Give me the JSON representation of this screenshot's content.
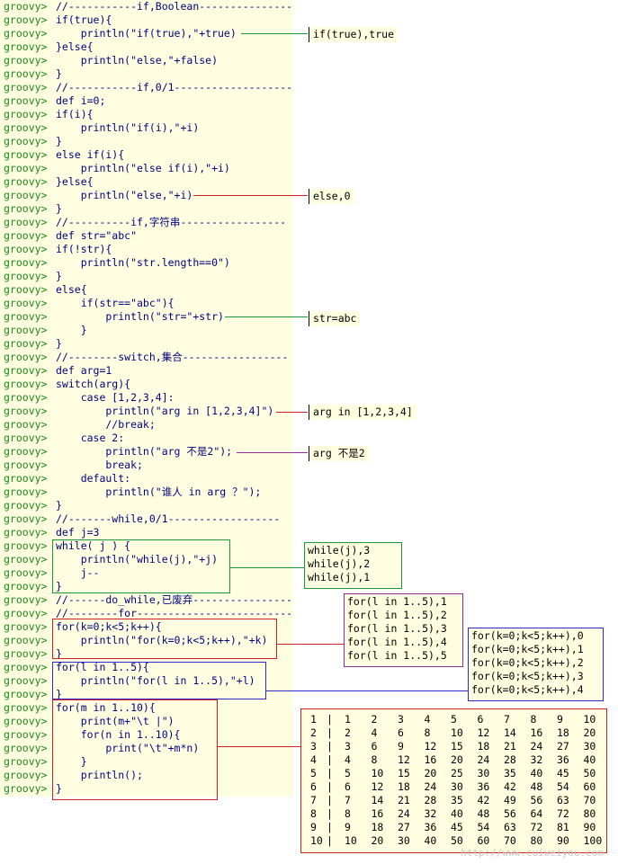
{
  "prompt": "groovy>",
  "lines": [
    "//-----------if,Boolean---------------",
    "if(true){",
    "    println(\"if(true),\"+true)",
    "}else{",
    "    println(\"else,\"+false)",
    "}",
    "//-----------if,0/1-------------------",
    "def i=0;",
    "if(i){",
    "    println(\"if(i),\"+i)",
    "}",
    "else if(i){",
    "    println(\"else if(i),\"+i)",
    "}else{",
    "    println(\"else,\"+i)",
    "}",
    "//----------if,字符串-----------------",
    "def str=\"abc\"",
    "if(!str){",
    "    println(\"str.length==0\")",
    "}",
    "else{",
    "    if(str==\"abc\"){",
    "        println(\"str=\"+str)",
    "    }",
    "}",
    "//--------switch,集合-----------------",
    "def arg=1",
    "switch(arg){",
    "    case [1,2,3,4]:",
    "        println(\"arg in [1,2,3,4]\")",
    "        //break;",
    "    case 2:",
    "        println(\"arg 不是2\");",
    "        break;",
    "    default:",
    "        println(\"谁人 in arg ？\");",
    "}",
    "//-------while,0/1------------------",
    "def j=3",
    "while( j ) {",
    "    println(\"while(j),\"+j)",
    "    j--",
    "}",
    "//------do_while,已废弃----------------",
    "//--------for-------------------------",
    "for(k=0;k<5;k++){",
    "    println(\"for(k=0;k<5;k++),\"+k)",
    "}",
    "for(l in 1..5){",
    "    println(\"for(l in 1..5),\"+l)",
    "}",
    "for(m in 1..10){",
    "    print(m+\"\\t |\")",
    "    for(n in 1..10){",
    "        print(\"\\t\"+m*n)",
    "    }",
    "    println();",
    "}"
  ],
  "outputs": {
    "if_true": "if(true),true",
    "else_zero": "else,0",
    "str_abc": "str=abc",
    "arg_in": "arg in [1,2,3,4]",
    "arg_not2": "arg 不是2",
    "while_lines": [
      "while(j),3",
      "while(j),2",
      "while(j),1"
    ],
    "for_l_lines": [
      "for(l in 1..5),1",
      "for(l in 1..5),2",
      "for(l in 1..5),3",
      "for(l in 1..5),4",
      "for(l in 1..5),5"
    ],
    "for_k_lines": [
      "for(k=0;k<5;k++),0",
      "for(k=0;k<5;k++),1",
      "for(k=0;k<5;k++),2",
      "for(k=0;k<5;k++),3",
      "for(k=0;k<5;k++),4"
    ],
    "table_sep": "|",
    "table_rows": [
      [
        "1",
        "1",
        "2",
        "3",
        "4",
        "5",
        "6",
        "7",
        "8",
        "9",
        "10"
      ],
      [
        "2",
        "2",
        "4",
        "6",
        "8",
        "10",
        "12",
        "14",
        "16",
        "18",
        "20"
      ],
      [
        "3",
        "3",
        "6",
        "9",
        "12",
        "15",
        "18",
        "21",
        "24",
        "27",
        "30"
      ],
      [
        "4",
        "4",
        "8",
        "12",
        "16",
        "20",
        "24",
        "28",
        "32",
        "36",
        "40"
      ],
      [
        "5",
        "5",
        "10",
        "15",
        "20",
        "25",
        "30",
        "35",
        "40",
        "45",
        "50"
      ],
      [
        "6",
        "6",
        "12",
        "18",
        "24",
        "30",
        "36",
        "42",
        "48",
        "54",
        "60"
      ],
      [
        "7",
        "7",
        "14",
        "21",
        "28",
        "35",
        "42",
        "49",
        "56",
        "63",
        "70"
      ],
      [
        "8",
        "8",
        "16",
        "24",
        "32",
        "40",
        "48",
        "56",
        "64",
        "72",
        "80"
      ],
      [
        "9",
        "9",
        "18",
        "27",
        "36",
        "45",
        "54",
        "63",
        "72",
        "81",
        "90"
      ],
      [
        "10",
        "10",
        "20",
        "30",
        "40",
        "50",
        "60",
        "70",
        "80",
        "90",
        "100"
      ]
    ]
  },
  "watermark": "http://www.cuiweiyou.com",
  "colors": {
    "prompt": "#1a8a1a",
    "code": "#000080",
    "background": "#fffee0",
    "green": "#1a9a3a",
    "red": "#d22020",
    "purple": "#9a2a9a",
    "blue": "#2a2ad0"
  }
}
